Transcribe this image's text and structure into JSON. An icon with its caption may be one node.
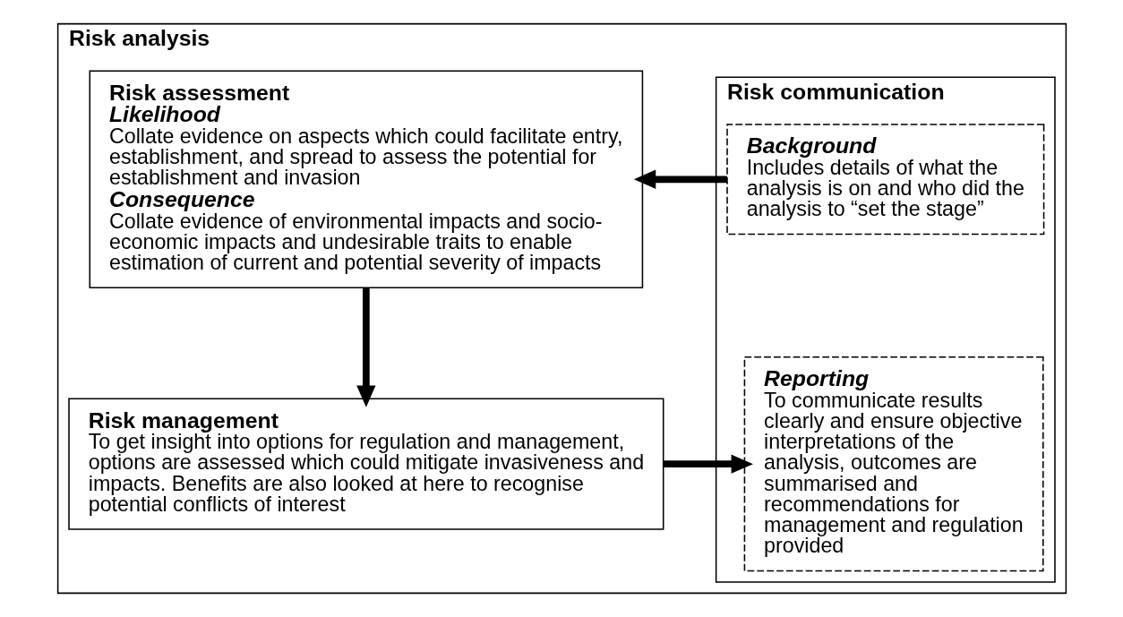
{
  "diagram": {
    "nodes": [
      {
        "text": [
          "Risk analysis"
        ]
      },
      {
        "text": [
          "Risk assessment",
          "Likelihood",
          "Collate evidence on aspects which could facilitate entry, establishment, and spread to assess the potential for establishment and invasion",
          "Consequence",
          "Collate evidence of environmental impacts and socio-economic impacts and undesirable traits to enable estimation of current and potential severity of impacts"
        ],
        "in": 0
      },
      {
        "text": [
          "Risk management",
          "To get insight into options for regulation and management, options are assessed which could mitigate invasiveness and impacts. Benefits are also looked at here to recognise potential conflicts of interest"
        ],
        "in": 0
      },
      {
        "text": [
          "Risk communication"
        ],
        "in": 0
      },
      {
        "text": [
          "Background",
          "Includes details of what the analysis is on and who did the analysis to “set the stage”"
        ],
        "in": 3
      },
      {
        "text": [
          "Reporting",
          "To communicate results clearly and ensure objective interpretations of the analysis, outcomes are summarised and recommendations for management and regulation provided"
        ],
        "in": 3
      }
    ],
    "edges": [
      {
        "from": 4,
        "to": 1,
        "arrow": "to"
      },
      {
        "from": 1,
        "to": 2,
        "arrow": "to"
      },
      {
        "from": 2,
        "to": 5,
        "arrow": "to"
      }
    ]
  }
}
